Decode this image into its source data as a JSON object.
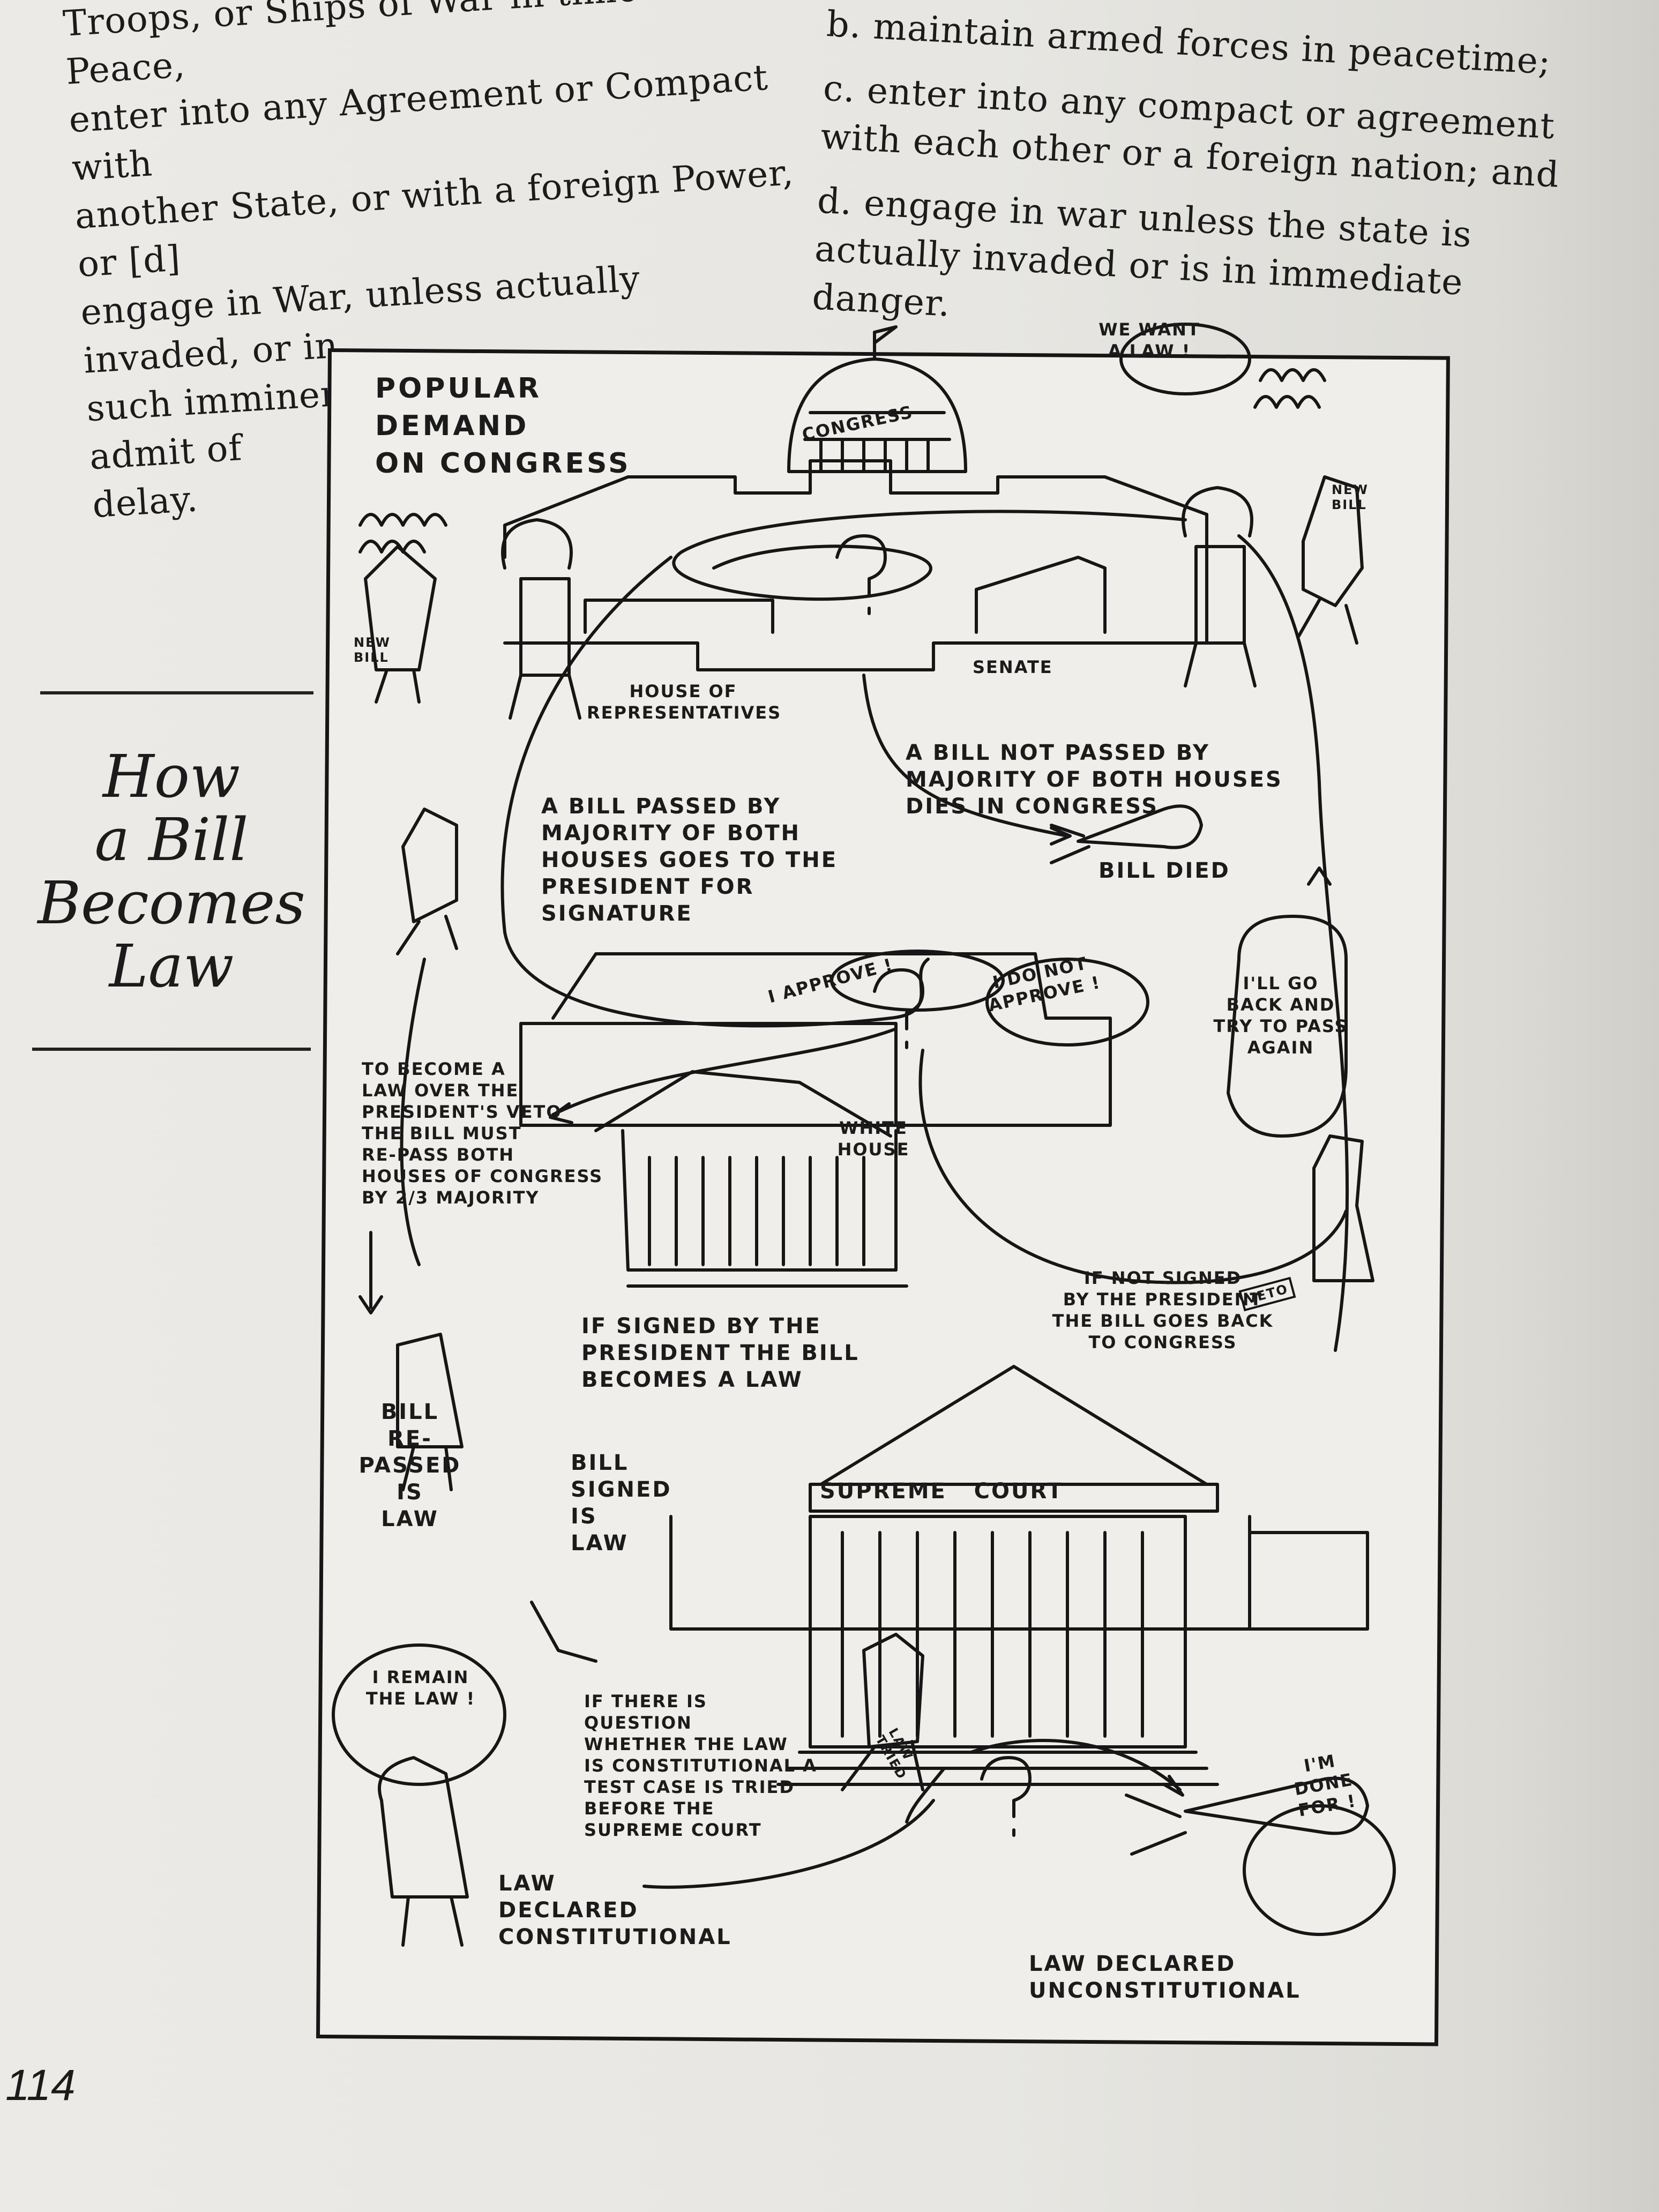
{
  "left_column": {
    "lines": [
      "Troops, or Ships of War in time of Peace,",
      "enter into any Agreement or Compact with",
      "another State, or with a foreign Power, or [d]",
      "engage in War, unless actually invaded, or in",
      "such imminent Danger as will not admit of",
      "delay."
    ]
  },
  "right_column": {
    "items": [
      "b. maintain armed forces in peacetime;",
      "c. enter into any compact or agreement with each other or a foreign nation; and",
      "d. engage in war unless the state is actually invaded or is in immediate danger."
    ]
  },
  "sidebar_title": {
    "line1": "How",
    "line2": "a Bill",
    "line3": "Becomes",
    "line4": "Law"
  },
  "page_number": "114",
  "cartoon": {
    "popular_demand": "POPULAR\nDEMAND\nON CONGRESS",
    "we_want_a_law": "WE WANT\nA LAW !",
    "congress_dome": "CONGRESS",
    "new_bill_left": "NEW\nBILL",
    "new_bill_right": "NEW\nBILL",
    "house": "HOUSE OF\nREPRESENTATIVES",
    "senate": "SENATE",
    "bill_not_passed": "A BILL NOT PASSED BY\nMAJORITY OF BOTH HOUSES\nDIES IN CONGRESS",
    "bill_died": "BILL DIED",
    "bill_passed": "A BILL PASSED BY\nMAJORITY OF BOTH\nHOUSES GOES TO THE\nPRESIDENT FOR\nSIGNATURE",
    "i_approve": "I APPROVE !",
    "i_do_not_approve": "I DO NOT\nAPPROVE !",
    "ill_go_back": "I'LL GO\nBACK AND\nTRY TO PASS\nAGAIN",
    "white_house": "WHITE\nHOUSE",
    "override": "TO BECOME A\nLAW OVER THE\nPRESIDENT'S VETO\nTHE BILL MUST\nRE-PASS BOTH\nHOUSES OF CONGRESS\nBY 2/3 MAJORITY",
    "if_signed": "IF SIGNED BY THE\nPRESIDENT THE BILL\nBECOMES A LAW",
    "if_not_signed": "IF NOT SIGNED\nBY THE PRESIDENT\nTHE BILL GOES BACK\nTO CONGRESS",
    "veto": "VETO",
    "repassed": "BILL\nRE-PASSED\nIS\nLAW",
    "signed": "BILL\nSIGNED\nIS\nLAW",
    "supreme_court": "SUPREME   COURT",
    "i_remain": "I REMAIN\nTHE LAW !",
    "test_case": "IF THERE IS\nQUESTION\nWHETHER THE LAW\nIS CONSTITUTIONAL A\nTEST CASE IS TRIED\nBEFORE THE\nSUPREME COURT",
    "law_tried": "LAW\nTRIED",
    "im_done_for": "I'M\nDONE\nFOR !",
    "law_constitutional": "LAW\nDECLARED\nCONSTITUTIONAL",
    "law_unconstitutional": "LAW DECLARED\nUNCONSTITUTIONAL"
  }
}
